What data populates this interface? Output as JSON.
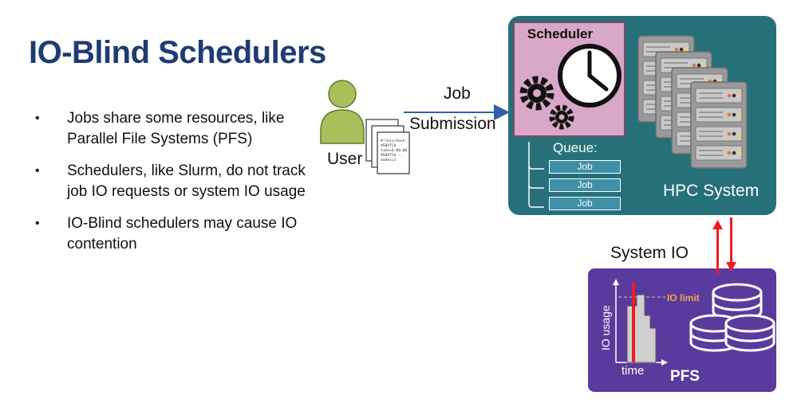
{
  "slide": {
    "title": "IO-Blind Schedulers",
    "bullets": [
      "Jobs share some resources, like Parallel File Systems (PFS)",
      "Schedulers, like Slurm, do not track job IO requests or system IO usage",
      "IO-Blind schedulers may cause IO contention"
    ]
  },
  "diagram": {
    "user_label": "User",
    "job_label": "Job",
    "submission_label": "Submission",
    "scheduler_label": "Scheduler",
    "queue_label": "Queue:",
    "queue_jobs": [
      "Job",
      "Job",
      "Job"
    ],
    "hpc_label": "HPC System",
    "system_io_label": "System IO",
    "pfs_label": "PFS",
    "io_limit_label": "IO limit",
    "io_usage_label": "IO usage",
    "time_label": "time",
    "script_lines": [
      "#!/bin/bash",
      "#SBATCH --",
      "time=4:00:00",
      "#SBATCH --",
      "nodes=1"
    ],
    "icons": [
      "user-icon",
      "clock-icon",
      "gear-icon",
      "server-rack-icon",
      "database-icon",
      "job-script-icon"
    ],
    "colors": {
      "title": "#1f3b73",
      "hpc_box": "#26707a",
      "scheduler_box": "#d9a8c8",
      "pfs_box": "#5b3a9e",
      "io_arrow": "#ee1c25",
      "io_limit": "#f5a64a",
      "user": "#a8bf5a",
      "submission_arrow": "#2e5fa8"
    }
  }
}
